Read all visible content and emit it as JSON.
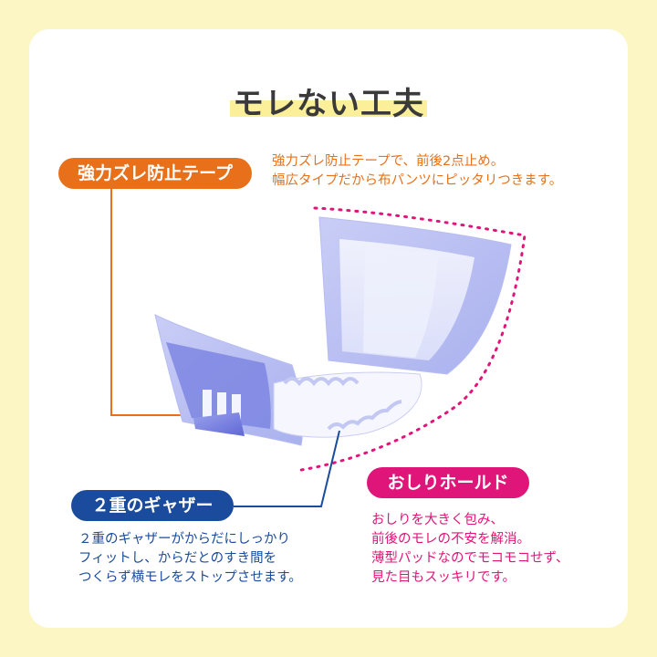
{
  "title": "モレない工夫",
  "features": {
    "tape": {
      "label": "強力ズレ防止テープ",
      "lines": [
        "強力ズレ防止テープで、前後2点止め。",
        "幅広タイプだから布パンツにピッタリつきます。"
      ],
      "color": "#e8701a"
    },
    "gather": {
      "label": "２重のギャザー",
      "lines": [
        "２重のギャザーがからだにしっかり",
        "フィットし、からだとのすき間を",
        "つくらず横モレをストップさせます。"
      ],
      "color": "#1a4b9c"
    },
    "hold": {
      "label": "おしりホールド",
      "lines": [
        "おしりを大きく包み、",
        "前後のモレの不安を解消。",
        "薄型パッドなのでモコモコせず、",
        "見た目もスッキリです。"
      ],
      "color": "#e0157a"
    }
  },
  "colors": {
    "background": "#fbf6c4",
    "card": "#ffffff",
    "highlight": "#fcef9a"
  }
}
